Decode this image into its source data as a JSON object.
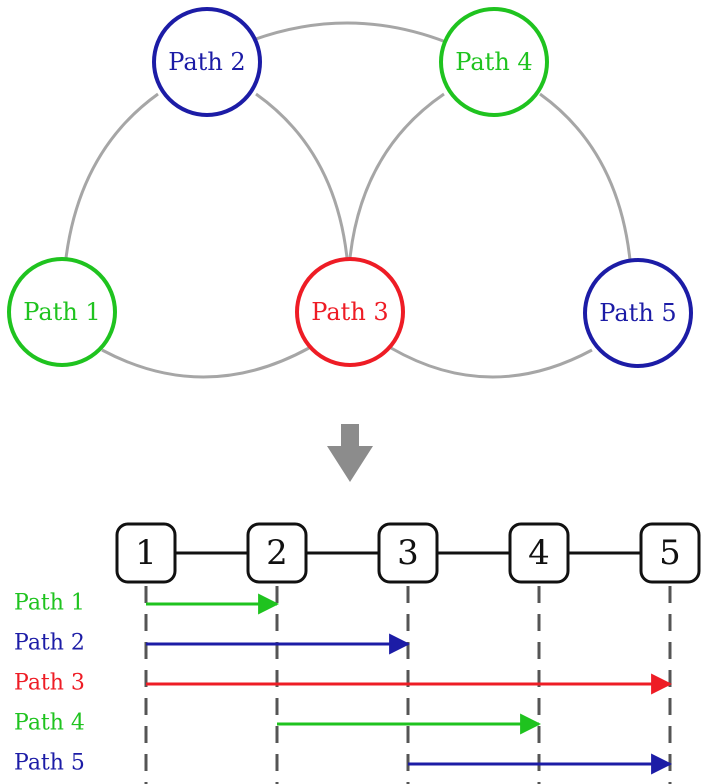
{
  "colors": {
    "green": "#1fc31f",
    "blue": "#1c1ca6",
    "red": "#ee1c25",
    "edge": "#a6a6a6",
    "arrow": "#8c8c8c",
    "black": "#111111",
    "dash": "#555555"
  },
  "graph": {
    "nodes": [
      {
        "id": "p1",
        "label": "Path 1",
        "color": "green"
      },
      {
        "id": "p2",
        "label": "Path 2",
        "color": "blue"
      },
      {
        "id": "p3",
        "label": "Path 3",
        "color": "red"
      },
      {
        "id": "p4",
        "label": "Path 4",
        "color": "green"
      },
      {
        "id": "p5",
        "label": "Path 5",
        "color": "blue"
      }
    ],
    "edges": [
      [
        "p2",
        "p4"
      ],
      [
        "p2",
        "p1"
      ],
      [
        "p2",
        "p3"
      ],
      [
        "p1",
        "p3"
      ],
      [
        "p4",
        "p3"
      ],
      [
        "p4",
        "p5"
      ],
      [
        "p3",
        "p5"
      ]
    ]
  },
  "timeline": {
    "stations": [
      "1",
      "2",
      "3",
      "4",
      "5"
    ],
    "paths": [
      {
        "label": "Path 1",
        "color": "green",
        "from": 1,
        "to": 2
      },
      {
        "label": "Path 2",
        "color": "blue",
        "from": 1,
        "to": 3
      },
      {
        "label": "Path 3",
        "color": "red",
        "from": 1,
        "to": 5
      },
      {
        "label": "Path 4",
        "color": "green",
        "from": 2,
        "to": 4
      },
      {
        "label": "Path 5",
        "color": "blue",
        "from": 3,
        "to": 5
      }
    ]
  }
}
